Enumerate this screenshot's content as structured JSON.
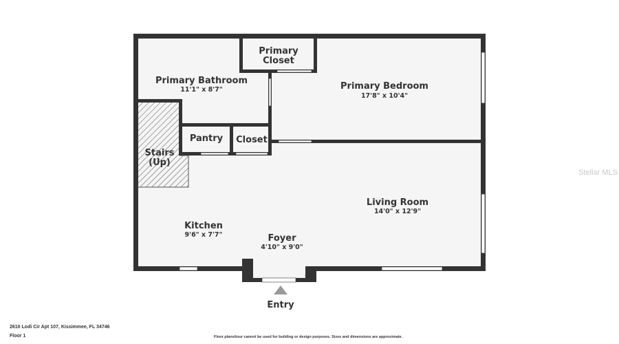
{
  "rooms": {
    "primary_closet": {
      "name_line1": "Primary",
      "name_line2": "Closet"
    },
    "primary_bathroom": {
      "name": "Primary Bathroom",
      "dims": "11'1\" x 8'7\""
    },
    "primary_bedroom": {
      "name": "Primary Bedroom",
      "dims": "17'8\" x 10'4\""
    },
    "pantry": {
      "name": "Pantry"
    },
    "closet": {
      "name": "Closet"
    },
    "stairs": {
      "name_line1": "Stairs",
      "name_line2": "(Up)"
    },
    "living_room": {
      "name": "Living Room",
      "dims": "14'0\" x 12'9\""
    },
    "kitchen": {
      "name": "Kitchen",
      "dims": "9'6\" x 7'7\""
    },
    "foyer": {
      "name": "Foyer",
      "dims": "4'10\" x 9'0\""
    }
  },
  "entry_label": "Entry",
  "watermark": "Stellar MLS",
  "footer": {
    "address": "2610 Lodi Cir Apt 107, Kissimmee, FL 34746",
    "floor": "Floor 1",
    "disclaimer": "Floor plans/tour cannot be used for building or design purposes. Sizes and dimensions are approximate."
  }
}
